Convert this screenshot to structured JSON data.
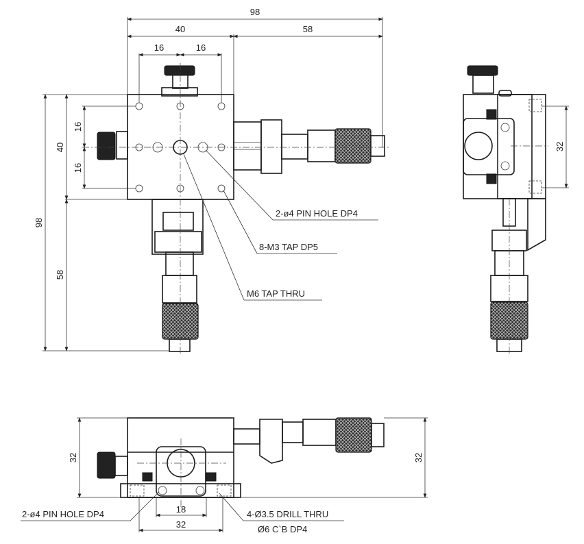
{
  "dimensions": {
    "top_total": "98",
    "top_left": "40",
    "top_right": "58",
    "hole_spacing_a": "16",
    "hole_spacing_b": "16",
    "left_total": "98",
    "left_upper": "40",
    "left_lower": "58",
    "left_pitch_a": "16",
    "left_pitch_b": "16",
    "side_height": "32",
    "front_height_left": "32",
    "front_height_right": "32",
    "front_pin_spacing": "18",
    "front_width": "32"
  },
  "callouts": {
    "pin_hole_top": "2-ø4 PIN HOLE DP4",
    "tap_m3": "8-M3 TAP DP5",
    "tap_m6": "M6 TAP THRU",
    "pin_hole_front": "2-ø4 PIN HOLE DP4",
    "drill_line1": "4-Ø3.5 DRILL THRU",
    "drill_line2": "Ø6 C`B DP4"
  }
}
